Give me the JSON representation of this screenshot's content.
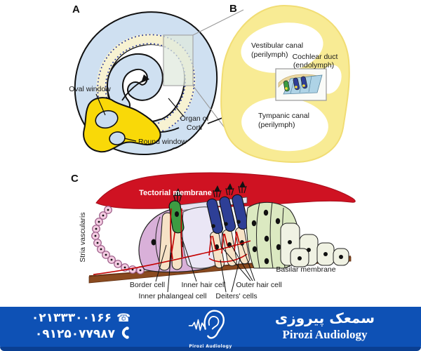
{
  "panel_a": {
    "letter": "A",
    "labels": {
      "oval_window": "Oval window",
      "round_window": "Round window",
      "organ_of_corti_1": "Organ of",
      "organ_of_corti_2": "Corti"
    }
  },
  "panel_b": {
    "letter": "B",
    "labels": {
      "vestibular_1": "Vestibular canal",
      "vestibular_2": "(perilymph)",
      "cochlear_1": "Cochlear duct",
      "cochlear_2": "(endolymph)",
      "tympanic_1": "Tympanic canal",
      "tympanic_2": "(perilymph)"
    }
  },
  "panel_c": {
    "letter": "C",
    "labels": {
      "tectorial_membrane": "Tectorial membrane",
      "stria_vascularis": "Stria vascularis",
      "basilar_membrane": "Basilar membrane",
      "border_cell": "Border cell",
      "inner_hair_cell": "Inner hair cell",
      "outer_hair_cell": "Outer hair cell",
      "inner_phalangeal_cell": "Inner phalangeal cell",
      "deiters_cells": "Deiters' cells"
    }
  },
  "footer": {
    "phone_landline": "۰۲۱۳۳۳۰۰۱۶۶",
    "phone_mobile": "۰۹۱۲۵۰۷۷۹۸۷",
    "telephone_icon": "☎",
    "brand_fa": "سمعک پیروزی",
    "brand_en": "Pirozi Audiology",
    "logo_caption": "Pirozi Audiology"
  },
  "colors": {
    "banner_blue": "#0e51b5",
    "banner_blue_dark": "#0a3f92",
    "tectorial_red": "#cf1222",
    "cochlea_blue": "#cfe0f1",
    "cochlea_cream": "#f7f2d2",
    "footplate_yellow": "#f9d908",
    "canal_yellow": "#f8eb94",
    "inner_hair_green": "#3d9b42",
    "outer_hair_navy": "#2e3f96",
    "basilar_brown": "#8a4a1f",
    "nerve_red": "#c40000",
    "stria_pink": "#f4cce2"
  }
}
